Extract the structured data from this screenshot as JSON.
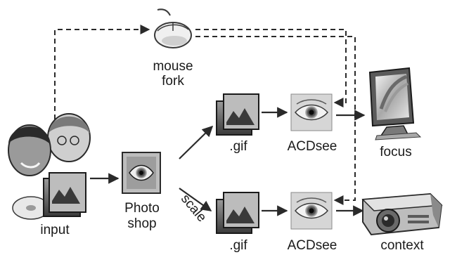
{
  "diagram": {
    "labels": {
      "mouse": "mouse",
      "fork": "fork",
      "input": "input",
      "photo": "Photo",
      "shop": "shop",
      "scale": "scale",
      "gif_top": ".gif",
      "acdsee_top": "ACDsee",
      "focus": "focus",
      "gif_bottom": ".gif",
      "acdsee_bottom": "ACDsee",
      "context": "context"
    },
    "icons": {
      "mouse": "computer-mouse-icon",
      "users": "people-icon",
      "photoshop": "photoshop-eye-icon",
      "folder": "image-folder-icon",
      "acdsee": "acdsee-eye-icon",
      "monitor": "crt-monitor-icon",
      "projector": "video-projector-icon"
    },
    "colors": {
      "line": "#2a2a2a",
      "ink": "#1a1a1a",
      "icon_dark": "#3a3a3a",
      "icon_mid": "#8a8a8a",
      "icon_light": "#d8d8d8"
    }
  }
}
